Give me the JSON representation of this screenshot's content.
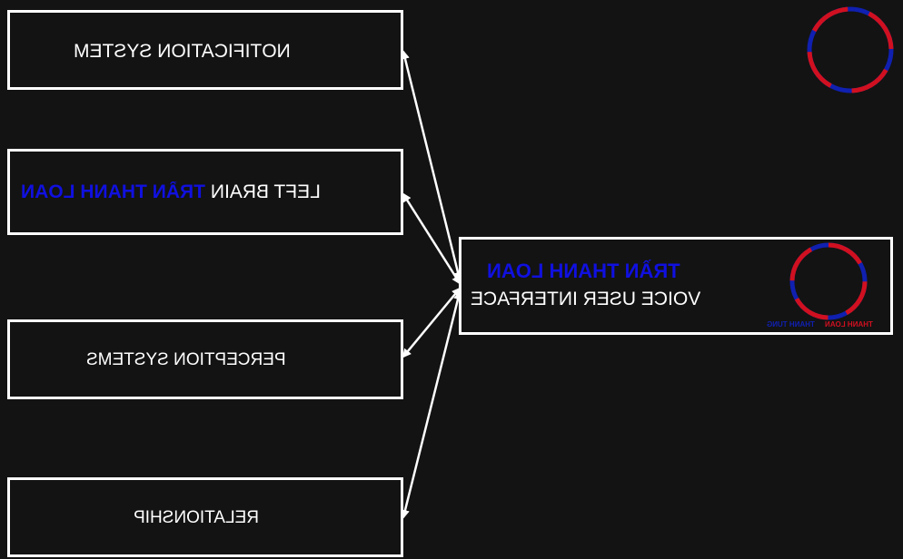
{
  "nodes": {
    "notification": {
      "label": "NOTIFICATION SYSTEM"
    },
    "left_brain": {
      "label": "LEFT BRAIN",
      "name": "TRẦN THANH LOAN"
    },
    "perception": {
      "label": "PERCEPTION SYSTEMS"
    },
    "relationship": {
      "label": "RELATIONSHIP"
    },
    "voice_ui": {
      "name": "TRẦN THANH LOAN",
      "label": "VOICE USER INTERFACE",
      "badge_left": "THANH LOAN",
      "badge_right": "THANH TUNG"
    }
  },
  "colors": {
    "background": "#131313",
    "stroke": "#ffffff",
    "name_blue": "#1010e0",
    "ring_red": "#d01020",
    "ring_blue": "#1020b0"
  },
  "icons": {
    "corner_logo": "red-blue-ring-icon",
    "badge_logo": "red-blue-ring-icon"
  }
}
